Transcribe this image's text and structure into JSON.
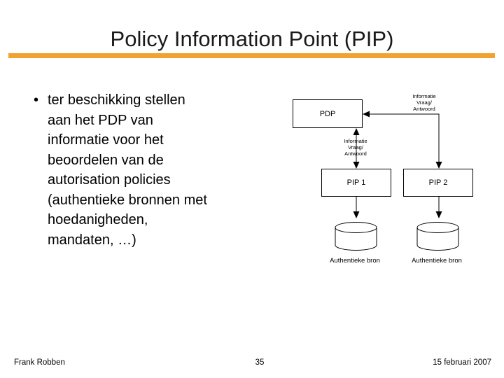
{
  "slide": {
    "title": "Policy Information Point (PIP)",
    "accent_color": "#f2a230"
  },
  "bullet": {
    "marker": "•",
    "lines": [
      "ter beschikking stellen",
      "aan het PDP van",
      "informatie voor het",
      "beoordelen van de",
      "autorisation policies",
      "(authentieke bronnen met",
      "hoedanigheden,",
      "mandaten, …)"
    ]
  },
  "diagram": {
    "pdp_label": "PDP",
    "pip1_label": "PIP 1",
    "pip2_label": "PIP 2",
    "info_label_lines": [
      "Informatie",
      "Vraag/",
      "Antwoord"
    ],
    "source1_label": "Authentieke bron",
    "source2_label": "Authentieke bron"
  },
  "footer": {
    "author": "Frank Robben",
    "page_number": "35",
    "date": "15 februari 2007"
  }
}
